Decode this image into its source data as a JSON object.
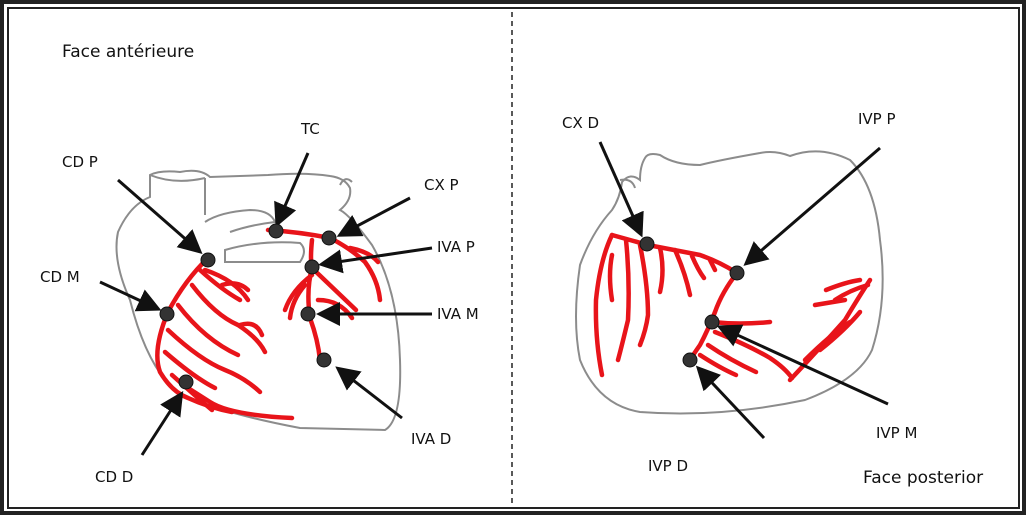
{
  "panels": {
    "anterior": {
      "title": "Face antérieure"
    },
    "posterior": {
      "title": "Face posterior"
    }
  },
  "labels": {
    "tc": "TC",
    "cd_p": "CD P",
    "cx_p": "CX P",
    "iva_p": "IVA P",
    "cd_m": "CD M",
    "iva_m": "IVA M",
    "iva_d": "IVA D",
    "cd_d": "CD D",
    "cx_d": "CX D",
    "ivp_p": "IVP P",
    "ivp_m": "IVP M",
    "ivp_d": "IVP D"
  },
  "colors": {
    "vessel": "#e8141a",
    "outline": "#8c8c8c",
    "marker": "#333333",
    "arrow": "#111111"
  }
}
